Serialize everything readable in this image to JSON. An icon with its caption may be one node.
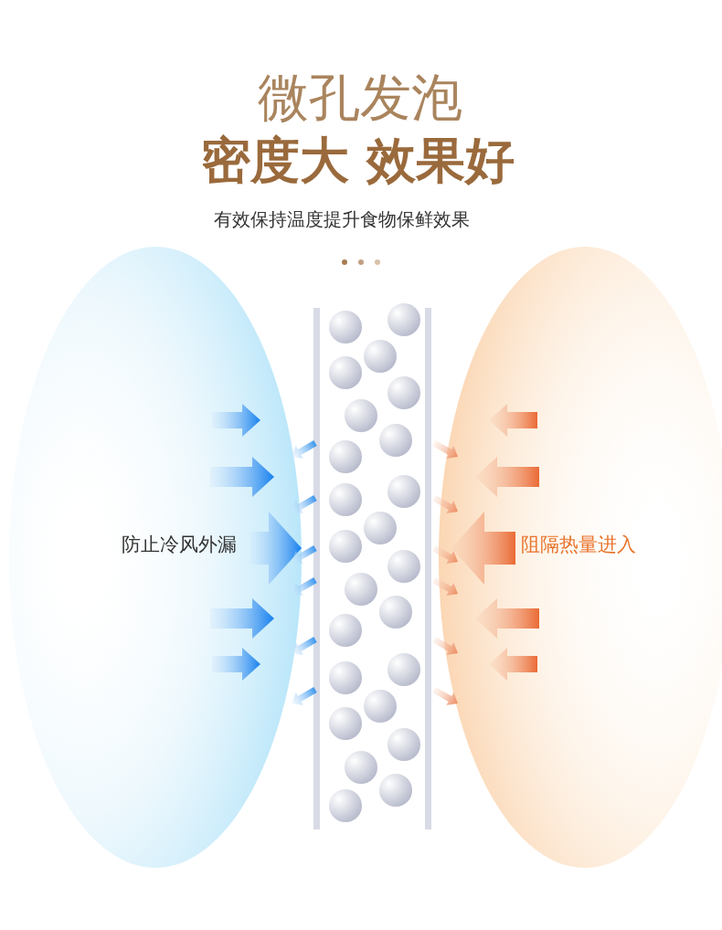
{
  "diagram": {
    "title": "微孔发泡",
    "labels": [
      "密度大 效果好",
      "有效保持温度提升食物保鲜效果",
      "防止冷风外漏",
      "阻隔热量进入"
    ]
  }
}
